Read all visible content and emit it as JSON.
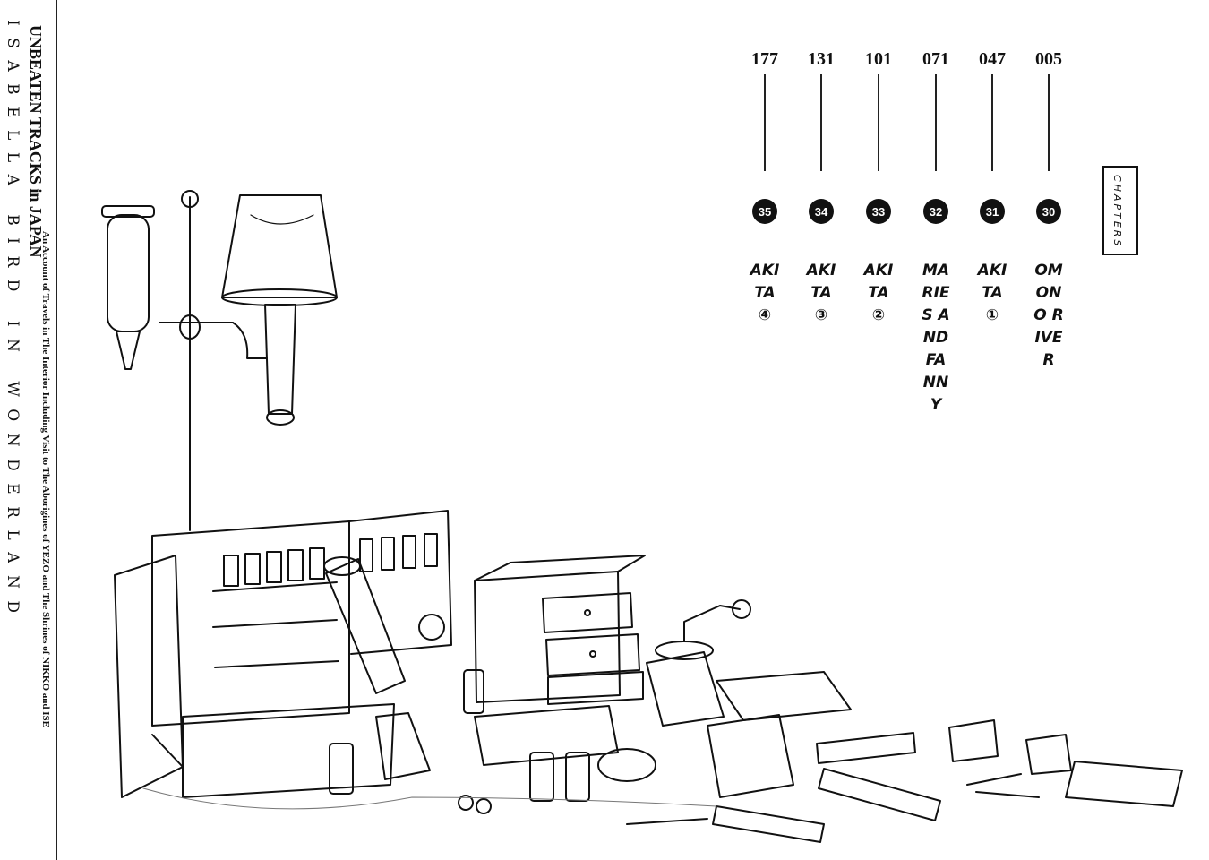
{
  "spine": {
    "series_title": "ISABELLA BIRD in WONDERLAND",
    "book_title": "UNBEATEN TRACKS in JAPAN",
    "book_subtitle": "An Account of Travels in The Interior Including Visit to The Aborigines of YEZO and The Shrines of NIKKO and ISE"
  },
  "contents": {
    "heading": "Chapters",
    "chapters": [
      {
        "page": "177",
        "number": "35",
        "title": "Akita ④"
      },
      {
        "page": "131",
        "number": "34",
        "title": "Akita ③"
      },
      {
        "page": "101",
        "number": "33",
        "title": "Akita ②"
      },
      {
        "page": "071",
        "number": "32",
        "title": "Maries and Fanny"
      },
      {
        "page": "047",
        "number": "31",
        "title": "Akita ①"
      },
      {
        "page": "005",
        "number": "30",
        "title": "Omono River"
      }
    ]
  },
  "illustration": {
    "icon": "desk-still-life-illustration"
  }
}
